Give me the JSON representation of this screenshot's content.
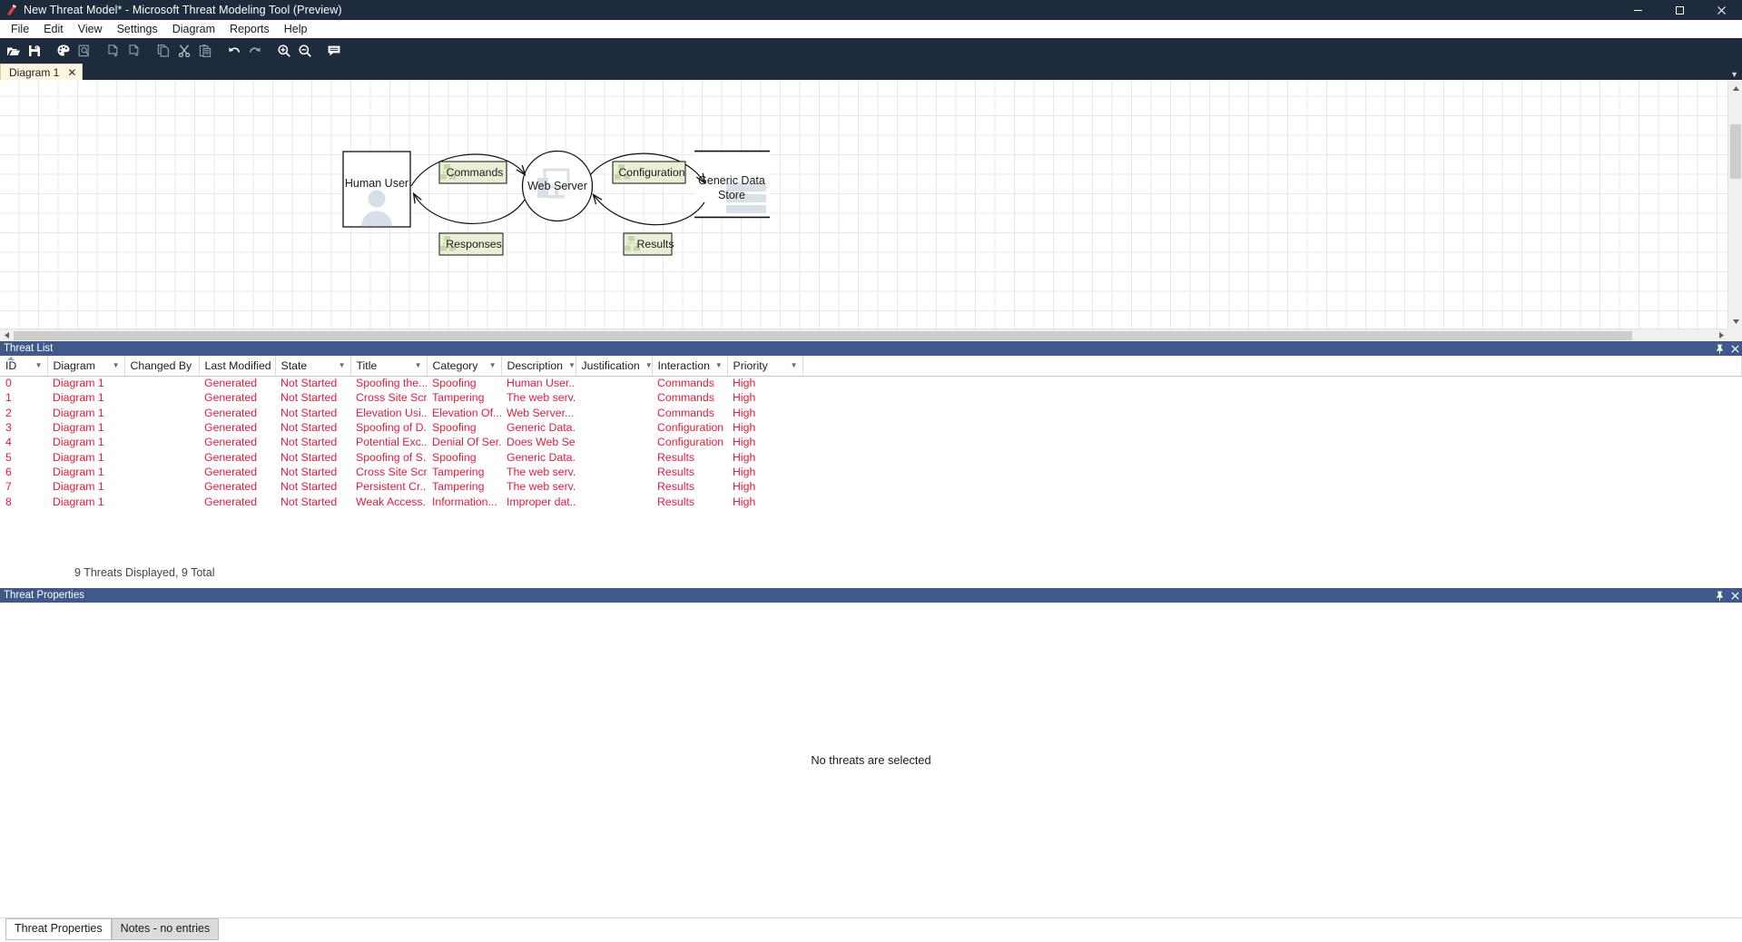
{
  "window": {
    "title": "New Threat Model* - Microsoft Threat Modeling Tool  (Preview)",
    "minimize_label": "Minimize",
    "maximize_label": "Maximize",
    "close_label": "Close"
  },
  "menubar": {
    "items": [
      {
        "label": "File"
      },
      {
        "label": "Edit"
      },
      {
        "label": "View"
      },
      {
        "label": "Settings"
      },
      {
        "label": "Diagram"
      },
      {
        "label": "Reports"
      },
      {
        "label": "Help"
      }
    ]
  },
  "toolbar": {
    "buttons": [
      {
        "icon": "open-folder-icon",
        "label": "Open"
      },
      {
        "icon": "save-icon",
        "label": "Save"
      },
      {
        "icon": "palette-icon",
        "label": "Theme"
      },
      {
        "icon": "preview-icon",
        "label": "Preview"
      },
      {
        "icon": "add-page-icon",
        "label": "Add Diagram"
      },
      {
        "icon": "remove-page-icon",
        "label": "Remove Diagram"
      },
      {
        "icon": "copy-icon",
        "label": "Copy"
      },
      {
        "icon": "cut-icon",
        "label": "Cut"
      },
      {
        "icon": "paste-icon",
        "label": "Paste"
      },
      {
        "icon": "undo-icon",
        "label": "Undo"
      },
      {
        "icon": "redo-icon",
        "label": "Redo"
      },
      {
        "icon": "zoom-in-icon",
        "label": "Zoom In"
      },
      {
        "icon": "zoom-out-icon",
        "label": "Zoom Out"
      },
      {
        "icon": "comment-icon",
        "label": "Comment"
      }
    ]
  },
  "tabs": {
    "items": [
      {
        "label": "Diagram 1",
        "close": "✕",
        "active": true
      }
    ],
    "overflow": "▼"
  },
  "diagram": {
    "nodes": [
      {
        "name": "human-user",
        "label": "Human User",
        "shape": "rectangle",
        "icon": "person-icon"
      },
      {
        "name": "web-server",
        "label": "Web Server",
        "shape": "circle",
        "icon": "server-screen-icon"
      },
      {
        "name": "generic-data-store",
        "label_line1": "Generic Data",
        "label_line2": "Store",
        "shape": "data-store",
        "icon": "database-stack-icon"
      }
    ],
    "flows": [
      {
        "name": "commands-flow",
        "label": "Commands",
        "icon": "sitemap-icon"
      },
      {
        "name": "responses-flow",
        "label": "Responses",
        "icon": "sitemap-icon"
      },
      {
        "name": "configuration-flow",
        "label": "Configuration",
        "icon": "sitemap-icon"
      },
      {
        "name": "results-flow",
        "label": "Results",
        "icon": "sitemap-icon"
      }
    ]
  },
  "threat_list": {
    "panel_title": "Threat List",
    "pin_icon": "pin-icon",
    "close_icon": "close-icon",
    "filter_glyph": "▼",
    "columns": [
      {
        "key": "id",
        "label": "ID",
        "width": 52,
        "filter": true,
        "sorted": "asc"
      },
      {
        "key": "diagram",
        "label": "Diagram",
        "width": 85,
        "filter": true
      },
      {
        "key": "changed_by",
        "label": "Changed By",
        "width": 82,
        "filter": true
      },
      {
        "key": "last_modified",
        "label": "Last Modified",
        "width": 84,
        "filter": false
      },
      {
        "key": "state",
        "label": "State",
        "width": 83,
        "filter": true
      },
      {
        "key": "title",
        "label": "Title",
        "width": 84,
        "filter": true
      },
      {
        "key": "category",
        "label": "Category",
        "width": 82,
        "filter": true
      },
      {
        "key": "description",
        "label": "Description",
        "width": 82,
        "filter": true
      },
      {
        "key": "justification",
        "label": "Justification",
        "width": 84,
        "filter": true
      },
      {
        "key": "interaction",
        "label": "Interaction",
        "width": 83,
        "filter": true
      },
      {
        "key": "priority",
        "label": "Priority",
        "width": 83,
        "filter": true
      }
    ],
    "rows": [
      {
        "id": "0",
        "diagram": "Diagram 1",
        "changed_by": "",
        "last_modified": "Generated",
        "state": "Not Started",
        "title": "Spoofing the...",
        "category": "Spoofing",
        "description": "Human User...",
        "justification": "",
        "interaction": "Commands",
        "priority": "High"
      },
      {
        "id": "1",
        "diagram": "Diagram 1",
        "changed_by": "",
        "last_modified": "Generated",
        "state": "Not Started",
        "title": "Cross Site Scr...",
        "category": "Tampering",
        "description": "The web serv...",
        "justification": "",
        "interaction": "Commands",
        "priority": "High"
      },
      {
        "id": "2",
        "diagram": "Diagram 1",
        "changed_by": "",
        "last_modified": "Generated",
        "state": "Not Started",
        "title": "Elevation Usi...",
        "category": "Elevation Of...",
        "description": "Web Server...",
        "justification": "",
        "interaction": "Commands",
        "priority": "High"
      },
      {
        "id": "3",
        "diagram": "Diagram 1",
        "changed_by": "",
        "last_modified": "Generated",
        "state": "Not Started",
        "title": "Spoofing of D...",
        "category": "Spoofing",
        "description": "Generic Data...",
        "justification": "",
        "interaction": "Configuration",
        "priority": "High"
      },
      {
        "id": "4",
        "diagram": "Diagram 1",
        "changed_by": "",
        "last_modified": "Generated",
        "state": "Not Started",
        "title": "Potential Exc...",
        "category": "Denial Of Ser...",
        "description": "Does Web Se...",
        "justification": "",
        "interaction": "Configuration",
        "priority": "High"
      },
      {
        "id": "5",
        "diagram": "Diagram 1",
        "changed_by": "",
        "last_modified": "Generated",
        "state": "Not Started",
        "title": "Spoofing of S...",
        "category": "Spoofing",
        "description": "Generic Data...",
        "justification": "",
        "interaction": "Results",
        "priority": "High"
      },
      {
        "id": "6",
        "diagram": "Diagram 1",
        "changed_by": "",
        "last_modified": "Generated",
        "state": "Not Started",
        "title": "Cross Site Scr...",
        "category": "Tampering",
        "description": "The web serv...",
        "justification": "",
        "interaction": "Results",
        "priority": "High"
      },
      {
        "id": "7",
        "diagram": "Diagram 1",
        "changed_by": "",
        "last_modified": "Generated",
        "state": "Not Started",
        "title": "Persistent Cr...",
        "category": "Tampering",
        "description": "The web serv...",
        "justification": "",
        "interaction": "Results",
        "priority": "High"
      },
      {
        "id": "8",
        "diagram": "Diagram 1",
        "changed_by": "",
        "last_modified": "Generated",
        "state": "Not Started",
        "title": "Weak Access...",
        "category": "Information...",
        "description": "Improper dat...",
        "justification": "",
        "interaction": "Results",
        "priority": "High"
      }
    ],
    "status": "9 Threats Displayed, 9 Total"
  },
  "threat_properties": {
    "panel_title": "Threat Properties",
    "pin_icon": "pin-icon",
    "close_icon": "close-icon",
    "empty_message": "No threats are selected",
    "tabs": [
      {
        "label": "Threat Properties",
        "active": true
      },
      {
        "label": "Notes - no entries",
        "active": false
      }
    ]
  },
  "colors": {
    "titlebar_bg": "#1e2b3c",
    "toolbar_bg": "#1e2b3c",
    "panel_header_bg": "#3f5a8a",
    "threat_row_text": "#e8193c",
    "tab_active_bg": "#fdf5e0",
    "flow_box_bg": "#e7f0d2"
  }
}
